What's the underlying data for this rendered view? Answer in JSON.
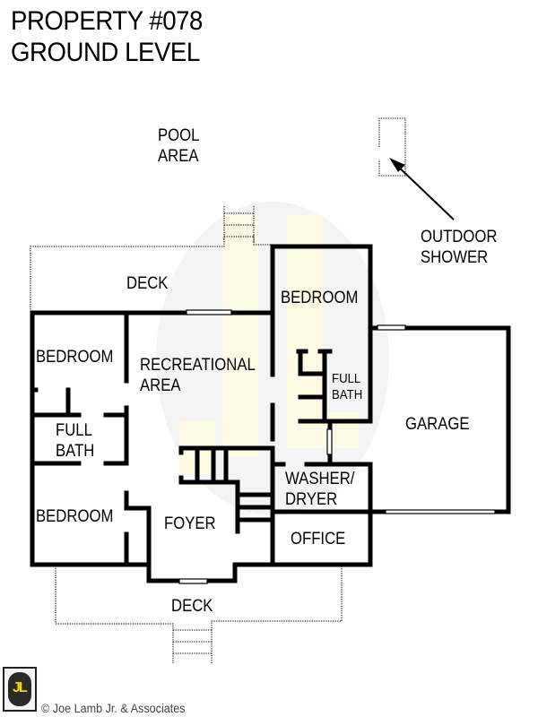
{
  "header": {
    "title_line1": "PROPERTY #078",
    "title_line2": "GROUND LEVEL"
  },
  "floor_plan": {
    "level": "GROUND LEVEL",
    "rooms": [
      {
        "id": "pool-area",
        "line1": "POOL",
        "line2": "AREA"
      },
      {
        "id": "outdoor-shower",
        "line1": "OUTDOOR",
        "line2": "SHOWER"
      },
      {
        "id": "deck-rear",
        "line1": "DECK"
      },
      {
        "id": "bedroom-right",
        "line1": "BEDROOM"
      },
      {
        "id": "bedroom-left-top",
        "line1": "BEDROOM"
      },
      {
        "id": "recreational-area",
        "line1": "RECREATIONAL",
        "line2": "AREA"
      },
      {
        "id": "full-bath-right",
        "line1": "FULL",
        "line2": "BATH"
      },
      {
        "id": "full-bath-left",
        "line1": "FULL",
        "line2": "BATH"
      },
      {
        "id": "garage",
        "line1": "GARAGE"
      },
      {
        "id": "washer-dryer",
        "line1": "WASHER/",
        "line2": "DRYER"
      },
      {
        "id": "bedroom-left-bottom",
        "line1": "BEDROOM"
      },
      {
        "id": "foyer",
        "line1": "FOYER"
      },
      {
        "id": "office",
        "line1": "OFFICE"
      },
      {
        "id": "deck-front",
        "line1": "DECK"
      }
    ],
    "colors": {
      "wall": "#000000",
      "watermark_circle": "#f3f3f3",
      "watermark_letters": "#fdfbe6"
    }
  },
  "footer": {
    "logo_text": "JL",
    "copyright": "© Joe Lamb Jr. & Associates"
  }
}
